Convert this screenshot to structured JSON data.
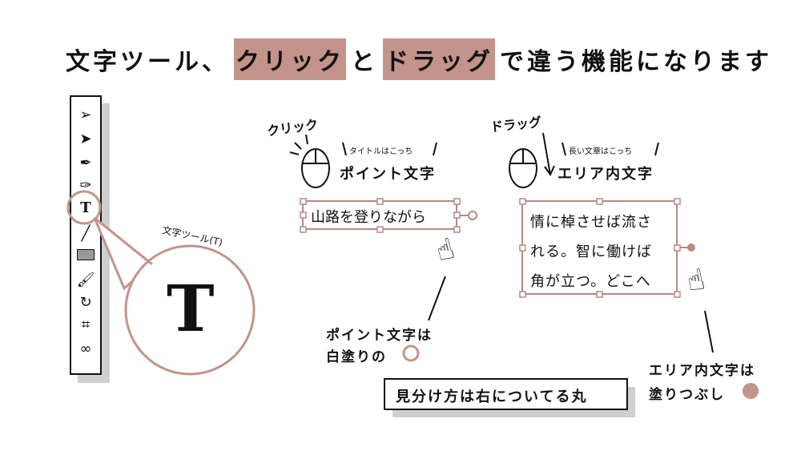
{
  "title": {
    "part1": "文字ツール、",
    "click": "クリック",
    "and": "と",
    "drag": "ドラッグ",
    "part2": "で違う機能になります"
  },
  "toolbar": {
    "tools": [
      "selection-tool",
      "direct-selection-tool",
      "pen-tool",
      "curvature-tool",
      "type-tool",
      "line-tool",
      "rectangle-tool",
      "paintbrush-tool",
      "rotate-tool",
      "artboard-tool",
      "shape-builder-tool"
    ],
    "type_glyph": "T"
  },
  "magnifier": {
    "label": "文字ツール(T)",
    "glyph": "T"
  },
  "point": {
    "action": "クリック",
    "caption": "タイトルはこっち",
    "heading": "ポイント文字",
    "sample": "山路を登りながら",
    "note1": "ポイント文字は",
    "note2": "白塗りの"
  },
  "area": {
    "action": "ドラッグ",
    "caption": "長い文章はこっち",
    "heading": "エリア内文字",
    "lines": [
      "情に棹させば流さ",
      "れる。智に働けば",
      "角が立つ。どこへ"
    ],
    "note1": "エリア内文字は",
    "note2": "塗りつぶし"
  },
  "summary": "見分け方は右についてる丸",
  "colors": {
    "accent": "#c4938a",
    "border": "#b48a83"
  }
}
